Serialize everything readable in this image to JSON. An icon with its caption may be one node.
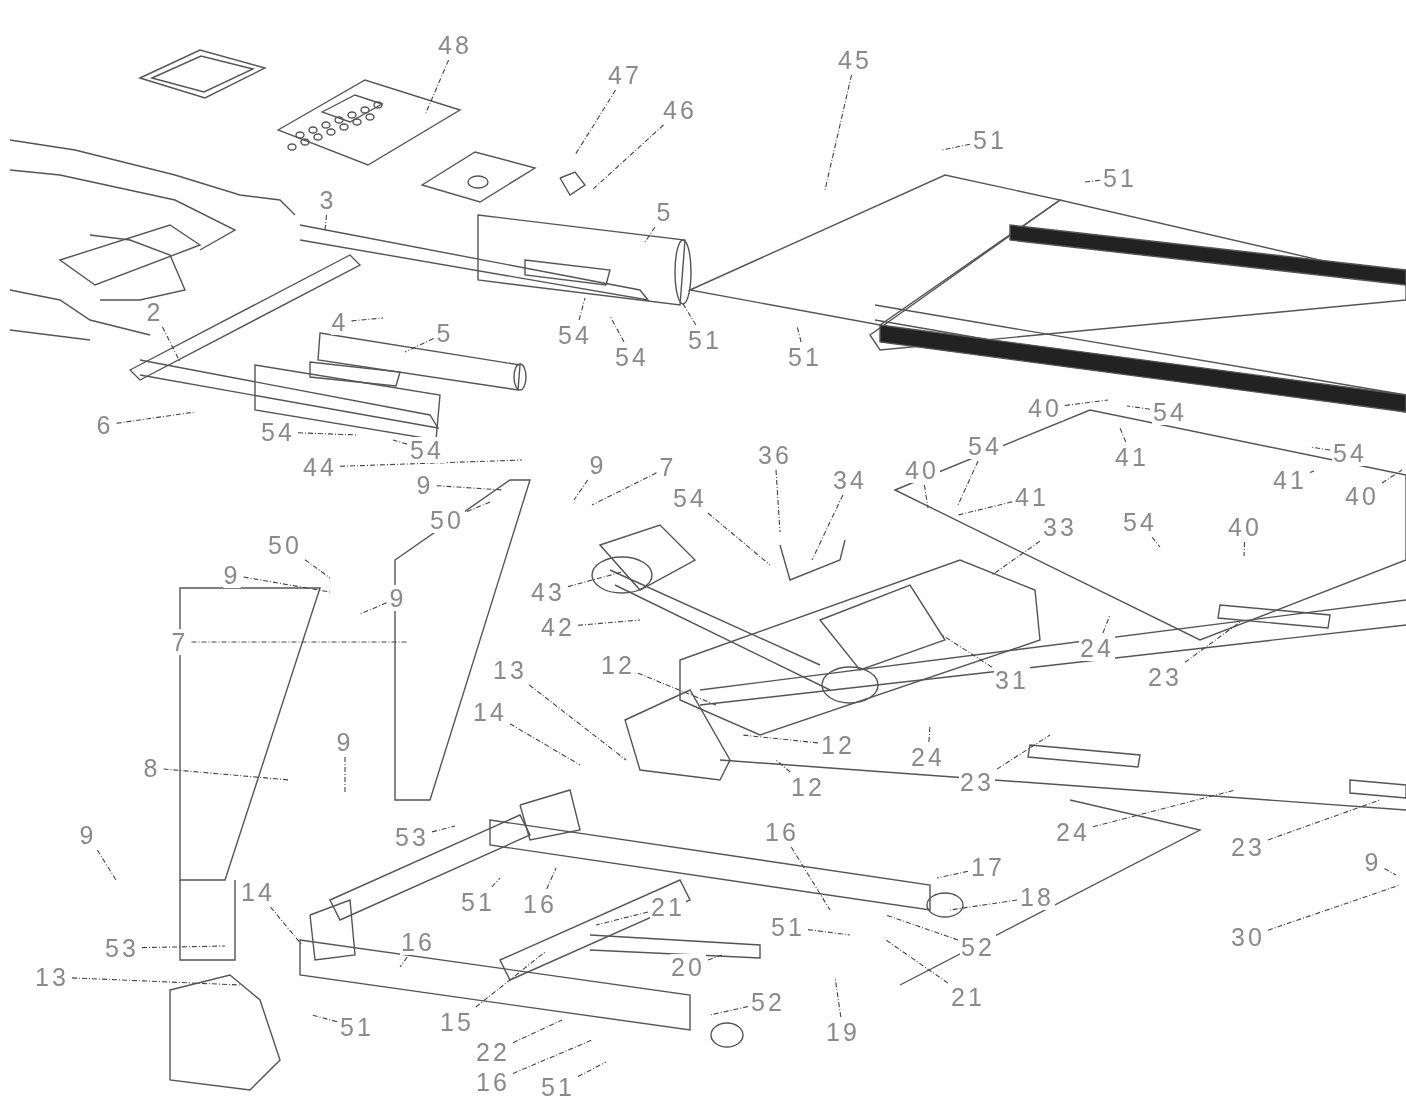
{
  "diagram": {
    "nodes": [
      {
        "text": [
          "48"
        ]
      },
      {
        "text": [
          "47"
        ]
      },
      {
        "text": [
          "46"
        ]
      },
      {
        "text": [
          "45"
        ]
      },
      {
        "text": [
          "51"
        ]
      },
      {
        "text": [
          "51"
        ]
      },
      {
        "text": [
          "3"
        ]
      },
      {
        "text": [
          "5"
        ]
      },
      {
        "text": [
          "2"
        ]
      },
      {
        "text": [
          "4"
        ]
      },
      {
        "text": [
          "5"
        ]
      },
      {
        "text": [
          "54"
        ]
      },
      {
        "text": [
          "54"
        ]
      },
      {
        "text": [
          "51"
        ]
      },
      {
        "text": [
          "51"
        ]
      },
      {
        "text": [
          "6"
        ]
      },
      {
        "text": [
          "54"
        ]
      },
      {
        "text": [
          "54"
        ]
      },
      {
        "text": [
          "44"
        ]
      },
      {
        "text": [
          "9"
        ]
      },
      {
        "text": [
          "9"
        ]
      },
      {
        "text": [
          "7"
        ]
      },
      {
        "text": [
          "50"
        ]
      },
      {
        "text": [
          "50"
        ]
      },
      {
        "text": [
          "40"
        ]
      },
      {
        "text": [
          "54"
        ]
      },
      {
        "text": [
          "41"
        ]
      },
      {
        "text": [
          "54"
        ]
      },
      {
        "text": [
          "41"
        ]
      },
      {
        "text": [
          "40"
        ]
      },
      {
        "text": [
          "36"
        ]
      },
      {
        "text": [
          "34"
        ]
      },
      {
        "text": [
          "40"
        ]
      },
      {
        "text": [
          "54"
        ]
      },
      {
        "text": [
          "41"
        ]
      },
      {
        "text": [
          "33"
        ]
      },
      {
        "text": [
          "54"
        ]
      },
      {
        "text": [
          "54"
        ]
      },
      {
        "text": [
          "40"
        ]
      },
      {
        "text": [
          "43"
        ]
      },
      {
        "text": [
          "42"
        ]
      },
      {
        "text": [
          "31"
        ]
      },
      {
        "text": [
          "24"
        ]
      },
      {
        "text": [
          "23"
        ]
      },
      {
        "text": [
          "13"
        ]
      },
      {
        "text": [
          "12"
        ]
      },
      {
        "text": [
          "14"
        ]
      },
      {
        "text": [
          "12"
        ]
      },
      {
        "text": [
          "24"
        ]
      },
      {
        "text": [
          "12"
        ]
      },
      {
        "text": [
          "23"
        ]
      },
      {
        "text": [
          "9"
        ]
      },
      {
        "text": [
          "9"
        ]
      },
      {
        "text": [
          "7"
        ]
      },
      {
        "text": [
          "9"
        ]
      },
      {
        "text": [
          "8"
        ]
      },
      {
        "text": [
          "53"
        ]
      },
      {
        "text": [
          "24"
        ]
      },
      {
        "text": [
          "23"
        ]
      },
      {
        "text": [
          "9"
        ]
      },
      {
        "text": [
          "16"
        ]
      },
      {
        "text": [
          "17"
        ]
      },
      {
        "text": [
          "18"
        ]
      },
      {
        "text": [
          "9"
        ]
      },
      {
        "text": [
          "51"
        ]
      },
      {
        "text": [
          "16"
        ]
      },
      {
        "text": [
          "21"
        ]
      },
      {
        "text": [
          "51"
        ]
      },
      {
        "text": [
          "14"
        ]
      },
      {
        "text": [
          "53"
        ]
      },
      {
        "text": [
          "16"
        ]
      },
      {
        "text": [
          "52"
        ]
      },
      {
        "text": [
          "30"
        ]
      },
      {
        "text": [
          "13"
        ]
      },
      {
        "text": [
          "20"
        ]
      },
      {
        "text": [
          "21"
        ]
      },
      {
        "text": [
          "51"
        ]
      },
      {
        "text": [
          "15"
        ]
      },
      {
        "text": [
          "52"
        ]
      },
      {
        "text": [
          "19"
        ]
      },
      {
        "text": [
          "22"
        ]
      },
      {
        "text": [
          "16"
        ]
      },
      {
        "text": [
          "51"
        ]
      }
    ],
    "edges": [
      {
        "from": 0,
        "to": null,
        "arrow": "none"
      },
      {
        "from": 1,
        "to": null,
        "arrow": "none"
      },
      {
        "from": 2,
        "to": null,
        "arrow": "none"
      },
      {
        "from": 3,
        "to": null,
        "arrow": "none"
      },
      {
        "from": 4,
        "to": null,
        "arrow": "none"
      },
      {
        "from": 5,
        "to": null,
        "arrow": "none"
      },
      {
        "from": 6,
        "to": null,
        "arrow": "none"
      },
      {
        "from": 7,
        "to": null,
        "arrow": "none"
      },
      {
        "from": 8,
        "to": null,
        "arrow": "none"
      },
      {
        "from": 9,
        "to": null,
        "arrow": "none"
      },
      {
        "from": 10,
        "to": null,
        "arrow": "none"
      },
      {
        "from": 11,
        "to": null,
        "arrow": "none"
      },
      {
        "from": 12,
        "to": null,
        "arrow": "none"
      },
      {
        "from": 13,
        "to": null,
        "arrow": "none"
      },
      {
        "from": 14,
        "to": null,
        "arrow": "none"
      },
      {
        "from": 15,
        "to": null,
        "arrow": "none"
      },
      {
        "from": 16,
        "to": null,
        "arrow": "none"
      },
      {
        "from": 17,
        "to": null,
        "arrow": "none"
      },
      {
        "from": 18,
        "to": null,
        "arrow": "none"
      },
      {
        "from": 19,
        "to": null,
        "arrow": "none"
      },
      {
        "from": 20,
        "to": null,
        "arrow": "none"
      },
      {
        "from": 21,
        "to": null,
        "arrow": "none"
      },
      {
        "from": 22,
        "to": null,
        "arrow": "none"
      },
      {
        "from": 23,
        "to": null,
        "arrow": "none"
      },
      {
        "from": 24,
        "to": null,
        "arrow": "none"
      },
      {
        "from": 25,
        "to": null,
        "arrow": "none"
      },
      {
        "from": 26,
        "to": null,
        "arrow": "none"
      },
      {
        "from": 27,
        "to": null,
        "arrow": "none"
      },
      {
        "from": 28,
        "to": null,
        "arrow": "none"
      },
      {
        "from": 29,
        "to": null,
        "arrow": "none"
      },
      {
        "from": 30,
        "to": null,
        "arrow": "none"
      },
      {
        "from": 31,
        "to": null,
        "arrow": "none"
      },
      {
        "from": 32,
        "to": null,
        "arrow": "none"
      },
      {
        "from": 33,
        "to": null,
        "arrow": "none"
      },
      {
        "from": 34,
        "to": null,
        "arrow": "none"
      },
      {
        "from": 35,
        "to": null,
        "arrow": "none"
      },
      {
        "from": 36,
        "to": null,
        "arrow": "none"
      },
      {
        "from": 37,
        "to": null,
        "arrow": "none"
      },
      {
        "from": 38,
        "to": null,
        "arrow": "none"
      },
      {
        "from": 39,
        "to": null,
        "arrow": "none"
      },
      {
        "from": 40,
        "to": null,
        "arrow": "none"
      },
      {
        "from": 41,
        "to": null,
        "arrow": "none"
      },
      {
        "from": 42,
        "to": null,
        "arrow": "none"
      },
      {
        "from": 43,
        "to": null,
        "arrow": "none"
      },
      {
        "from": 44,
        "to": null,
        "arrow": "none"
      },
      {
        "from": 45,
        "to": null,
        "arrow": "none"
      },
      {
        "from": 46,
        "to": null,
        "arrow": "none"
      },
      {
        "from": 47,
        "to": null,
        "arrow": "none"
      },
      {
        "from": 48,
        "to": null,
        "arrow": "none"
      },
      {
        "from": 49,
        "to": null,
        "arrow": "none"
      },
      {
        "from": 50,
        "to": null,
        "arrow": "none"
      },
      {
        "from": 51,
        "to": null,
        "arrow": "none"
      },
      {
        "from": 52,
        "to": null,
        "arrow": "none"
      },
      {
        "from": 53,
        "to": null,
        "arrow": "none"
      },
      {
        "from": 54,
        "to": null,
        "arrow": "none"
      },
      {
        "from": 55,
        "to": null,
        "arrow": "none"
      },
      {
        "from": 56,
        "to": null,
        "arrow": "none"
      },
      {
        "from": 57,
        "to": null,
        "arrow": "none"
      },
      {
        "from": 58,
        "to": null,
        "arrow": "none"
      },
      {
        "from": 59,
        "to": null,
        "arrow": "none"
      },
      {
        "from": 60,
        "to": null,
        "arrow": "none"
      },
      {
        "from": 61,
        "to": null,
        "arrow": "none"
      },
      {
        "from": 62,
        "to": null,
        "arrow": "none"
      },
      {
        "from": 63,
        "to": null,
        "arrow": "none"
      },
      {
        "from": 64,
        "to": null,
        "arrow": "none"
      },
      {
        "from": 65,
        "to": null,
        "arrow": "none"
      },
      {
        "from": 66,
        "to": null,
        "arrow": "none"
      },
      {
        "from": 67,
        "to": null,
        "arrow": "none"
      },
      {
        "from": 68,
        "to": null,
        "arrow": "none"
      },
      {
        "from": 69,
        "to": null,
        "arrow": "none"
      },
      {
        "from": 70,
        "to": null,
        "arrow": "none"
      },
      {
        "from": 71,
        "to": null,
        "arrow": "none"
      },
      {
        "from": 72,
        "to": null,
        "arrow": "none"
      },
      {
        "from": 73,
        "to": null,
        "arrow": "none"
      },
      {
        "from": 74,
        "to": null,
        "arrow": "none"
      },
      {
        "from": 75,
        "to": null,
        "arrow": "none"
      },
      {
        "from": 76,
        "to": null,
        "arrow": "none"
      },
      {
        "from": 77,
        "to": null,
        "arrow": "none"
      },
      {
        "from": 78,
        "to": null,
        "arrow": "none"
      },
      {
        "from": 79,
        "to": null,
        "arrow": "none"
      },
      {
        "from": 80,
        "to": null,
        "arrow": "none"
      },
      {
        "from": 81,
        "to": null,
        "arrow": "none"
      },
      {
        "from": 82,
        "to": null,
        "arrow": "none"
      }
    ]
  }
}
